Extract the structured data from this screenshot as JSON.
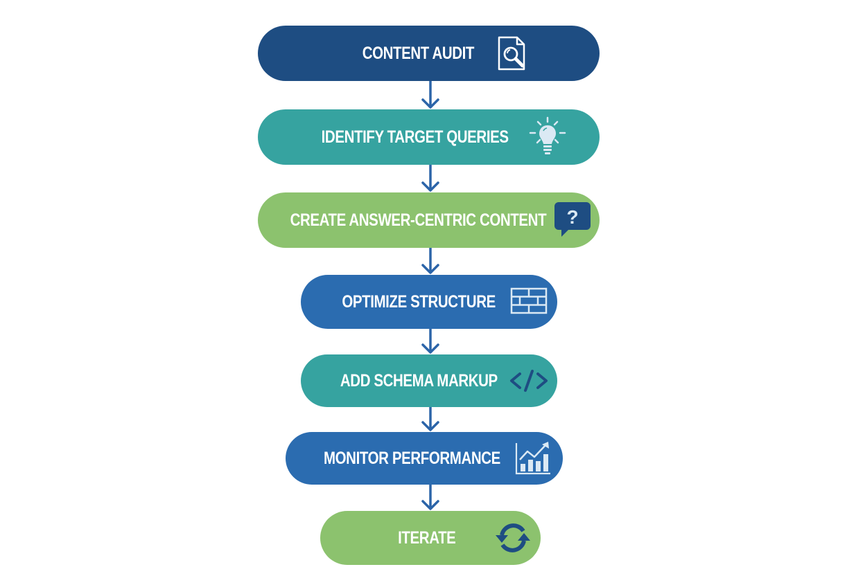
{
  "diagram": {
    "type": "vertical-flowchart",
    "colors": {
      "dark_blue": "#1e4d82",
      "blue": "#2b6cb0",
      "teal": "#36a3a0",
      "green": "#8cc26e",
      "arrow": "#2b64a8",
      "icon_dark": "#1e4d82",
      "icon_light": "#dbe9f4"
    },
    "steps": [
      {
        "label": "CONTENT AUDIT",
        "icon": "document-search-icon",
        "color": "#1e4d82"
      },
      {
        "label": "IDENTIFY TARGET QUERIES",
        "icon": "lightbulb-icon",
        "color": "#36a3a0"
      },
      {
        "label": "CREATE ANSWER-CENTRIC CONTENT",
        "icon": "question-bubble-icon",
        "color": "#8cc26e"
      },
      {
        "label": "OPTIMIZE STRUCTURE",
        "icon": "brick-structure-icon",
        "color": "#2b6cb0"
      },
      {
        "label": "ADD SCHEMA MARKUP",
        "icon": "code-icon",
        "color": "#36a3a0"
      },
      {
        "label": "MONITOR PERFORMANCE",
        "icon": "growth-chart-icon",
        "color": "#2b6cb0"
      },
      {
        "label": "ITERATE",
        "icon": "refresh-cycle-icon",
        "color": "#8cc26e"
      }
    ],
    "connectors": [
      {
        "from": 0,
        "to": 1
      },
      {
        "from": 1,
        "to": 2
      },
      {
        "from": 2,
        "to": 3
      },
      {
        "from": 3,
        "to": 4
      },
      {
        "from": 4,
        "to": 5
      },
      {
        "from": 5,
        "to": 6
      }
    ]
  }
}
